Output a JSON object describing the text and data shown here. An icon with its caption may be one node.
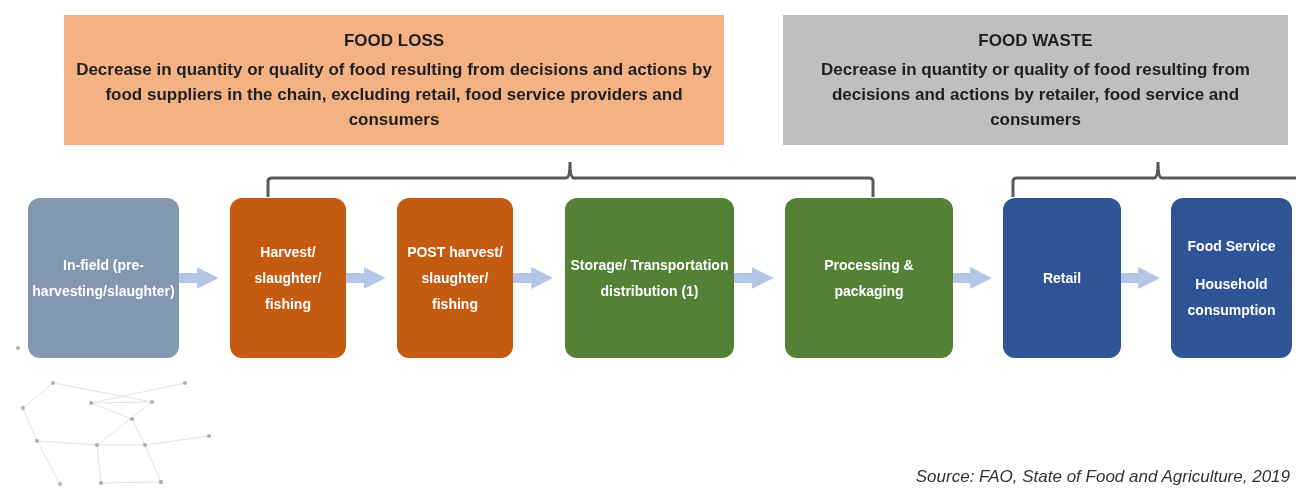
{
  "diagram": {
    "nodes": [
      {
        "text": [
          "FOOD LOSS",
          "Decrease in quantity or quality of food resulting from decisions and actions by food suppliers in the chain, excluding retail, food service providers and consumers"
        ]
      },
      {
        "text": [
          "FOOD WASTE",
          "Decrease in quantity or quality of food resulting from decisions and actions by retailer, food service and consumers"
        ]
      },
      {
        "text": [
          "In-field (pre-harvesting/slaughter)"
        ]
      },
      {
        "text": [
          "Harvest/ slaughter/ fishing"
        ]
      },
      {
        "text": [
          "POST harvest/ slaughter/ fishing"
        ]
      },
      {
        "text": [
          "Storage/ Transportation distribution (1)"
        ]
      },
      {
        "text": [
          "Processing & packaging"
        ]
      },
      {
        "text": [
          "Retail"
        ]
      },
      {
        "text": [
          "Food Service",
          "Household consumption"
        ]
      }
    ],
    "edges": [
      {
        "from": 2,
        "to": 3,
        "arrow": "to"
      },
      {
        "from": 3,
        "to": 4,
        "arrow": "to"
      },
      {
        "from": 4,
        "to": 5,
        "arrow": "to"
      },
      {
        "from": 5,
        "to": 6,
        "arrow": "to"
      },
      {
        "from": 6,
        "to": 7,
        "arrow": "to"
      },
      {
        "from": 7,
        "to": 8,
        "arrow": "to"
      }
    ],
    "labels": [
      "Source: FAO, State of Food and Agriculture, 2019"
    ]
  }
}
